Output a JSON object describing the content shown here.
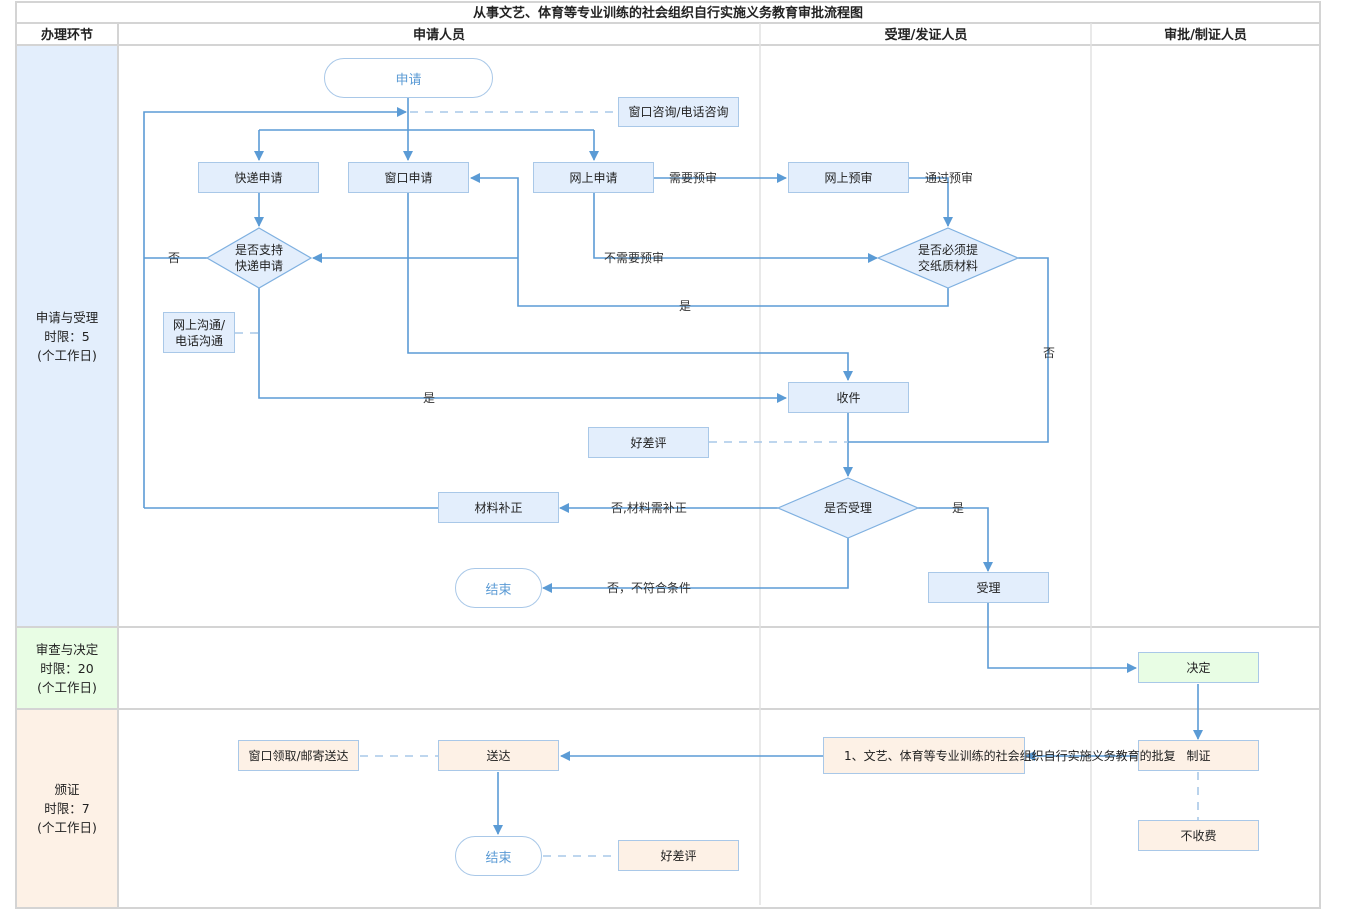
{
  "title": "从事文艺、体育等专业训练的社会组织自行实施义务教育审批流程图",
  "columns": {
    "stage": "办理环节",
    "applicant": "申请人员",
    "acceptor": "受理/发证人员",
    "approver": "审批/制证人员"
  },
  "stages": [
    {
      "name": "申请与受理",
      "limit": "时限：5",
      "unit": "(个工作日)",
      "color": "#e3eefc"
    },
    {
      "name": "审查与决定",
      "limit": "时限：20",
      "unit": "(个工作日)",
      "color": "#e8fde4"
    },
    {
      "name": "颁证",
      "limit": "时限：7",
      "unit": "(个工作日)",
      "color": "#fdf1e6"
    }
  ],
  "nodes": {
    "start": "申请",
    "consult": "窗口咨询/电话咨询",
    "express_apply": "快递申请",
    "window_apply": "窗口申请",
    "online_apply": "网上申请",
    "online_precheck": "网上预审",
    "express_decision": "是否支持\n快递申请",
    "paper_decision": "是否必须提\n交纸质材料",
    "online_comm": "网上沟通/\n电话沟通",
    "receive": "收件",
    "rating1": "好差评",
    "accept_decision": "是否受理",
    "supplement": "材料补正",
    "end1": "结束",
    "accept": "受理",
    "decide": "决定",
    "make_cert": "制证",
    "no_fee": "不收费",
    "approval_doc": "1、文艺、体育等专业训练的社会组织自行实施义务教育的批复",
    "deliver": "送达",
    "pickup": "窗口领取/邮寄送达",
    "end2": "结束",
    "rating2": "好差评"
  },
  "edge_labels": {
    "need_precheck": "需要预审",
    "pass_precheck": "通过预审",
    "no_precheck": "不需要预审",
    "no_express": "否",
    "paper_yes": "是",
    "paper_no": "否",
    "express_yes": "是",
    "supplement_no": "否,材料需补正",
    "reject_no": "否，不符合条件",
    "accept_yes": "是"
  },
  "colors": {
    "line": "#5b9bd5",
    "dash": "#a9c8e8",
    "grid": "#d4d4d4"
  }
}
